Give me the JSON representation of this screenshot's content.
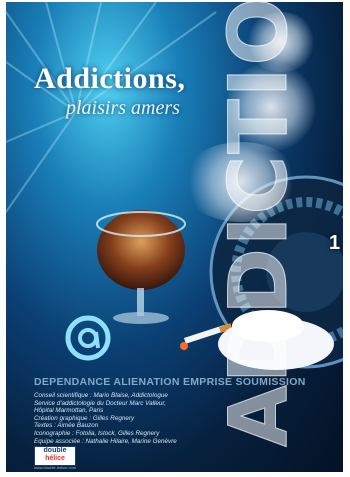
{
  "cover": {
    "title": "Addictions,",
    "subtitle": "plaisirs amers",
    "vertical_title": "ADDICTIONS",
    "volume_number": "1",
    "keywords": "DEPENDANCE  ALIENATION  EMPRISE  SOUMISSION",
    "credits": [
      "Conseil scientifique : Mario Blaise, Addictologue",
      "Service d'addictologie du Docteur Marc Valleur,",
      "Hôpital Marmottan, Paris",
      "Création graphique : Gilles Regnery",
      "Textes : Aimée Bauzon",
      "Iconographie : Fotolia, Istock, Gilles Regnery",
      "Equipe associée : Nathalie Hilaire, Marine Genèvre"
    ],
    "publisher_logo_top": "double",
    "publisher_logo_bottom": "hélice",
    "publisher_url": "www.double-helice.com"
  },
  "colors": {
    "background_dark": "#041225",
    "background_light": "#4fd0f0",
    "text_white": "#ffffff"
  },
  "icons": [
    "brandy-glass",
    "at-sign-icon",
    "cigarette",
    "white-powder",
    "roulette-wheel",
    "smoke"
  ]
}
